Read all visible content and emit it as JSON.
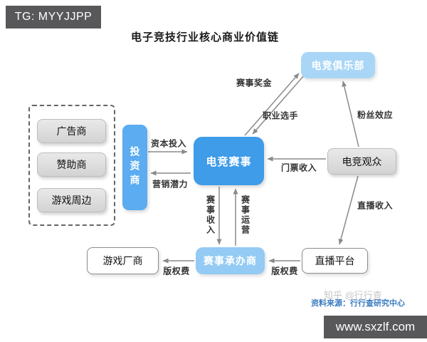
{
  "banner": {
    "text": "TG: MYYJJPP"
  },
  "title": "电子竞技行业核心商业价值链",
  "nodes": {
    "advertiser": {
      "label": "广告商"
    },
    "sponsor": {
      "label": "赞助商"
    },
    "game_peripheral": {
      "label": "游戏周边"
    },
    "investor": {
      "label": "投资商"
    },
    "esports_event": {
      "label": "电竞赛事"
    },
    "esports_club": {
      "label": "电竞俱乐部"
    },
    "esports_audience": {
      "label": "电竞观众"
    },
    "game_manufacturer": {
      "label": "游戏厂商"
    },
    "event_organizer": {
      "label": "赛事承办商"
    },
    "live_platform": {
      "label": "直播平台"
    }
  },
  "edges": [
    {
      "label": "资本投入",
      "from": "投资商",
      "to": "电竞赛事"
    },
    {
      "label": "营销潜力",
      "from": "电竞赛事",
      "to": "投资商"
    },
    {
      "label": "赛事奖金",
      "from": "电竞赛事",
      "to": "电竞俱乐部"
    },
    {
      "label": "职业选手",
      "from": "电竞俱乐部",
      "to": "电竞赛事"
    },
    {
      "label": "粉丝效应",
      "from": "电竞观众",
      "to": "电竞俱乐部"
    },
    {
      "label": "门票收入",
      "from": "电竞观众",
      "to": "电竞赛事"
    },
    {
      "label": "赛事收入",
      "from": "电竞赛事",
      "to": "赛事承办商"
    },
    {
      "label": "赛事运营",
      "from": "赛事承办商",
      "to": "电竞赛事"
    },
    {
      "label": "直播收入",
      "from": "电竞观众",
      "to": "直播平台"
    },
    {
      "label": "版权费",
      "from": "直播平台",
      "to": "赛事承办商"
    },
    {
      "label": "版权费",
      "from": "赛事承办商",
      "to": "游戏厂商"
    }
  ],
  "footer": {
    "watermark": "知乎 @行行查",
    "source": "资料来源：行行查研究中心",
    "site": "www.sxzlf.com"
  },
  "colors": {
    "banner_bg": "#58585a",
    "node_blue_bright": "#3e9ce9",
    "node_blue_mid": "#5bacf0",
    "node_blue_light": "#a9d6f7",
    "node_gray": "#dcdcdc",
    "arrow": "#8a8a8a",
    "source_text": "#3a7cc0"
  }
}
